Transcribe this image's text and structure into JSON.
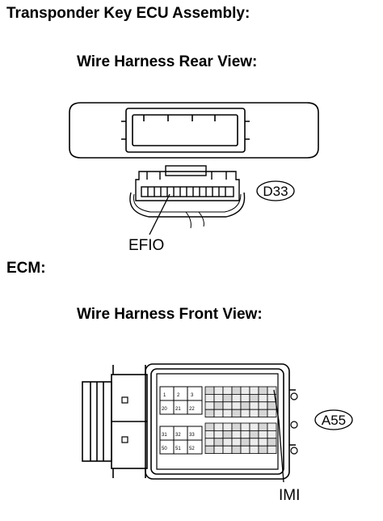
{
  "titles": {
    "transponder": "Transponder Key ECU Assembly:",
    "rear_view": "Wire Harness Rear View:",
    "ecm": "ECM:",
    "front_view": "Wire Harness Front View:"
  },
  "connectors": {
    "d33": {
      "code": "D33",
      "terminal": "EFIO"
    },
    "a55": {
      "code": "A55",
      "terminal": "IMI",
      "pins": {
        "p1": "1",
        "p2": "2",
        "p3": "3",
        "p20": "20",
        "p21": "21",
        "p22": "22",
        "p31": "31",
        "p32": "32",
        "p33": "33",
        "p50": "50",
        "p51": "51",
        "p52": "52"
      }
    }
  }
}
